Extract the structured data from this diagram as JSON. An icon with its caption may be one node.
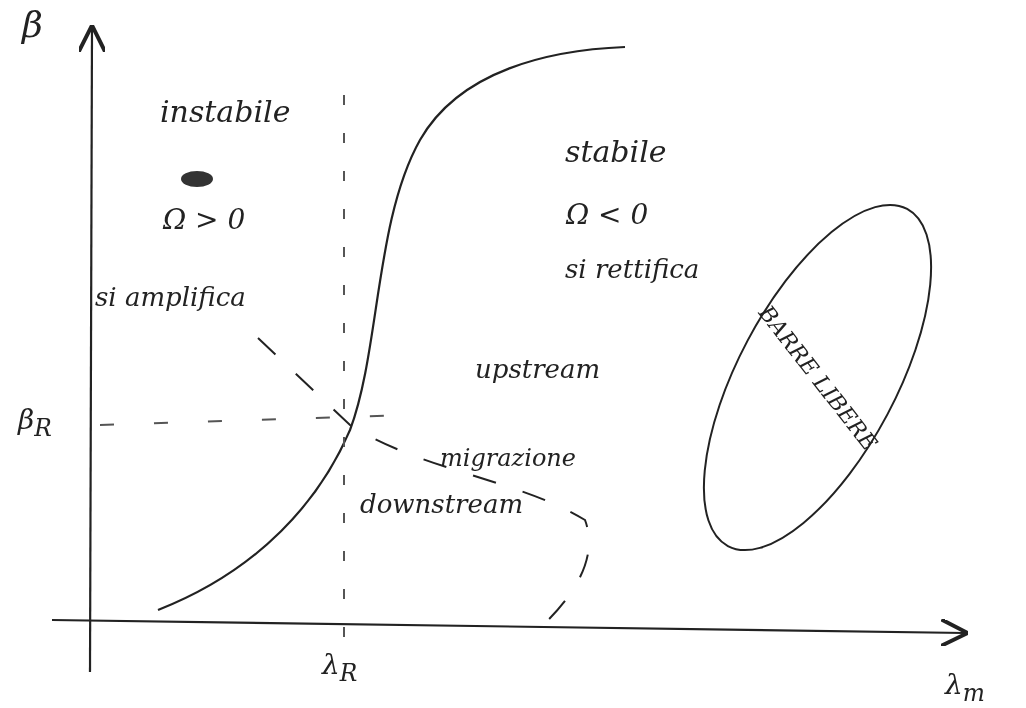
{
  "diagram": {
    "nodes": [
      {
        "text": [
          "BARRE LIBERE"
        ]
      }
    ],
    "labels": [
      "β",
      "instabile",
      "stabile",
      "Ω > 0",
      "Ω < 0",
      "si amplifica",
      "si rettifica",
      "upstream",
      "β$_{R}$",
      "migrazione",
      "downstream",
      "λ$_{R}$",
      "λ$_{m}$"
    ]
  }
}
